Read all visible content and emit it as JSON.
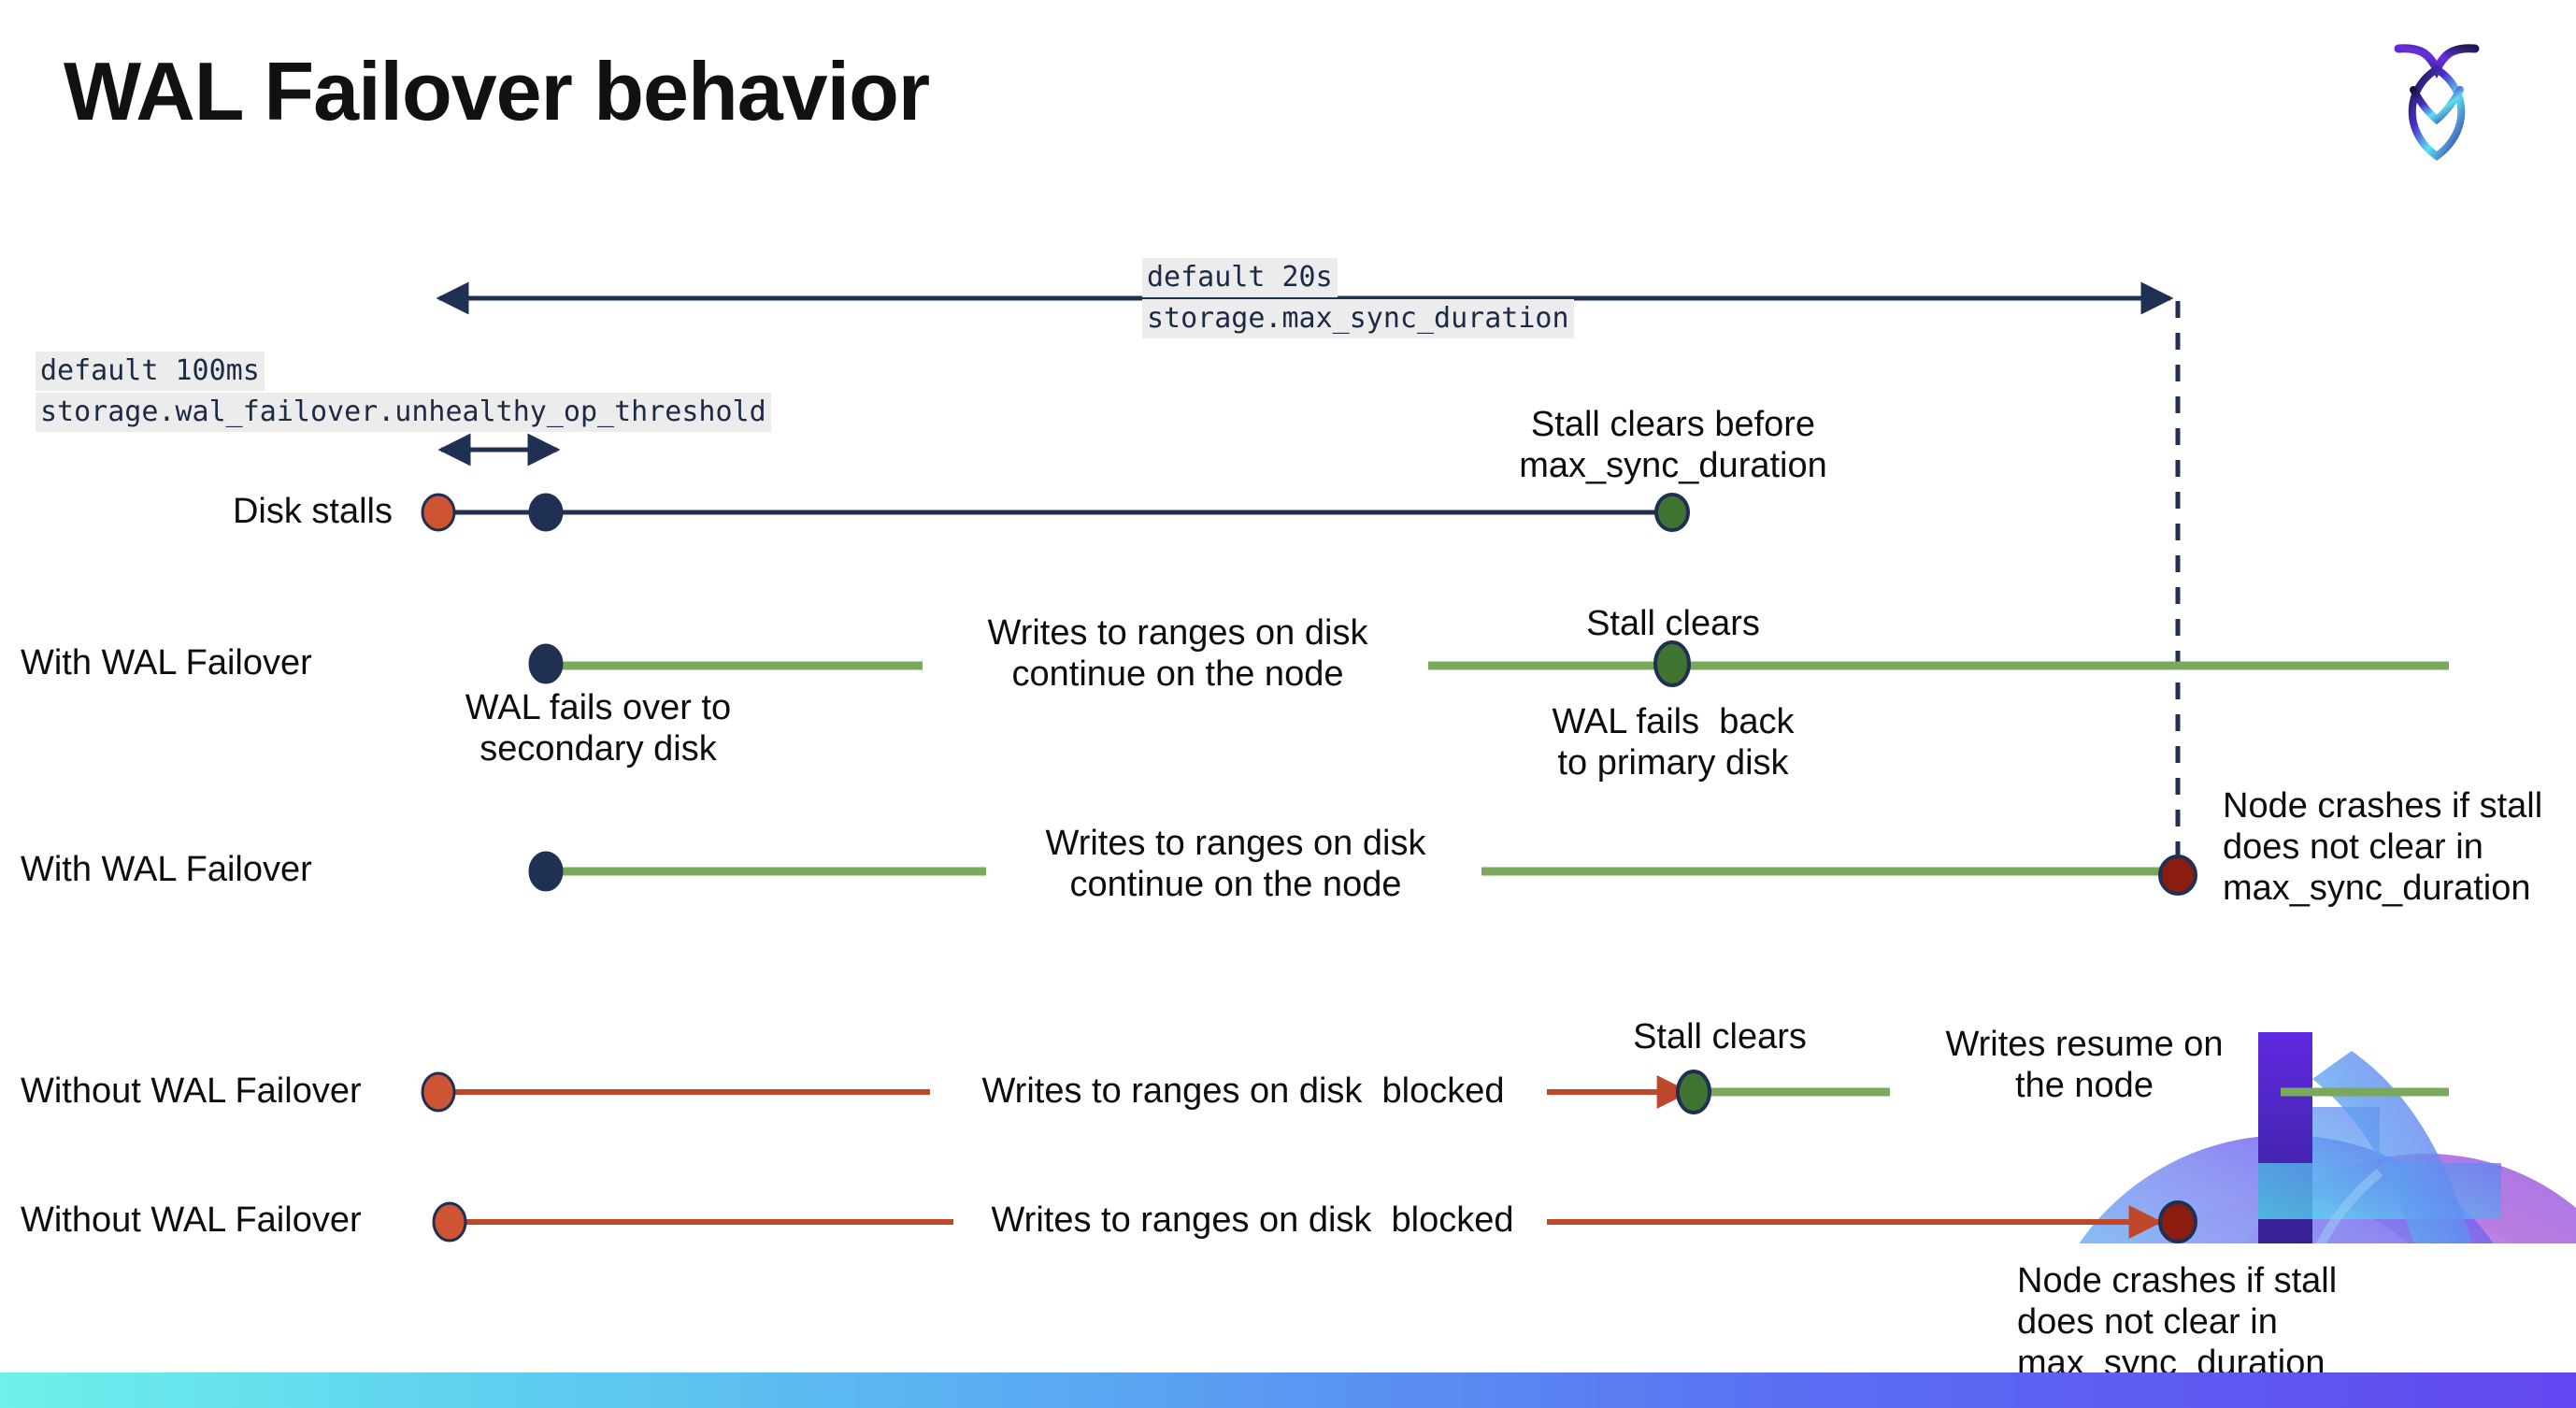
{
  "slide": {
    "title": "WAL Failover behavior",
    "logo_name": "cockroachdb-logo",
    "background": "#ffffff"
  },
  "colors": {
    "navy": "#1f3052",
    "green_line": "#7aa85c",
    "green_dot": "#3f7530",
    "red_line": "#c0482a",
    "orange_dot": "#ce5434",
    "dark_red_dot": "#8c1b10",
    "chip_bg": "#ececec",
    "text": "#0d0d0d",
    "bar_from": "#6ff0ea",
    "bar_to": "#6247f0"
  },
  "annotations": {
    "max_sync": {
      "default": "default 20s",
      "setting": "storage.max_sync_duration"
    },
    "unhealthy_op": {
      "default": "default 100ms",
      "setting": "storage.wal_failover.unhealthy_op_threshold"
    }
  },
  "rows": [
    {
      "id": "disk-stalls",
      "label": "Disk stalls",
      "markers": [
        "stall-start-dot",
        "failover-dot",
        "stall-clear-dot"
      ],
      "callouts": [
        {
          "id": "stall-clears-before",
          "text": "Stall clears before\nmax_sync_duration"
        }
      ]
    },
    {
      "id": "with-wal-failover-1",
      "label": "With WAL Failover",
      "markers": [
        "failover-dot",
        "stall-clear-dot"
      ],
      "callouts": [
        {
          "id": "wal-fails-over",
          "text": "WAL fails over to\nsecondary disk"
        },
        {
          "id": "writes-continue-1",
          "text": "Writes to ranges on disk\ncontinue on the node"
        },
        {
          "id": "stall-clears-1",
          "text": "Stall clears"
        },
        {
          "id": "wal-fails-back",
          "text": "WAL fails  back\nto primary disk"
        }
      ]
    },
    {
      "id": "with-wal-failover-2",
      "label": "With WAL Failover",
      "markers": [
        "failover-dot",
        "node-crash-dot"
      ],
      "callouts": [
        {
          "id": "writes-continue-2",
          "text": "Writes to ranges on disk\ncontinue on the node"
        },
        {
          "id": "node-crashes-1",
          "text": "Node crashes if stall\ndoes not clear in\nmax_sync_duration"
        }
      ]
    },
    {
      "id": "without-wal-failover-1",
      "label": "Without WAL Failover",
      "markers": [
        "stall-start-dot",
        "stall-clear-dot"
      ],
      "callouts": [
        {
          "id": "writes-blocked-1",
          "text": "Writes to ranges on disk  blocked"
        },
        {
          "id": "stall-clears-2",
          "text": "Stall clears"
        },
        {
          "id": "writes-resume",
          "text": "Writes resume on\nthe node"
        }
      ]
    },
    {
      "id": "without-wal-failover-2",
      "label": "Without WAL Failover",
      "markers": [
        "stall-start-dot",
        "node-crash-dot"
      ],
      "callouts": [
        {
          "id": "writes-blocked-2",
          "text": "Writes to ranges on disk  blocked"
        },
        {
          "id": "node-crashes-2",
          "text": "Node crashes if stall\ndoes not clear in\nmax_sync_duration"
        }
      ]
    }
  ],
  "text": {
    "disk_stalls": "Disk stalls",
    "with_wal_failover_1": "With WAL Failover",
    "with_wal_failover_2": "With WAL Failover",
    "without_wal_failover_1": "Without WAL Failover",
    "without_wal_failover_2": "Without WAL Failover",
    "stall_clears_before": "Stall clears before\nmax_sync_duration",
    "wal_fails_over": "WAL fails over to\nsecondary disk",
    "writes_continue_1": "Writes to ranges on disk\ncontinue on the node",
    "stall_clears_1": "Stall clears",
    "wal_fails_back": "WAL fails  back\nto primary disk",
    "writes_continue_2": "Writes to ranges on disk\ncontinue on the node",
    "node_crashes_1": "Node crashes if stall\ndoes not clear in\nmax_sync_duration",
    "writes_blocked_1": "Writes to ranges on disk  blocked",
    "stall_clears_2": "Stall clears",
    "writes_resume": "Writes resume on\nthe node",
    "writes_blocked_2": "Writes to ranges on disk  blocked",
    "node_crashes_2": "Node crashes if stall\ndoes not clear in\nmax_sync_duration"
  }
}
